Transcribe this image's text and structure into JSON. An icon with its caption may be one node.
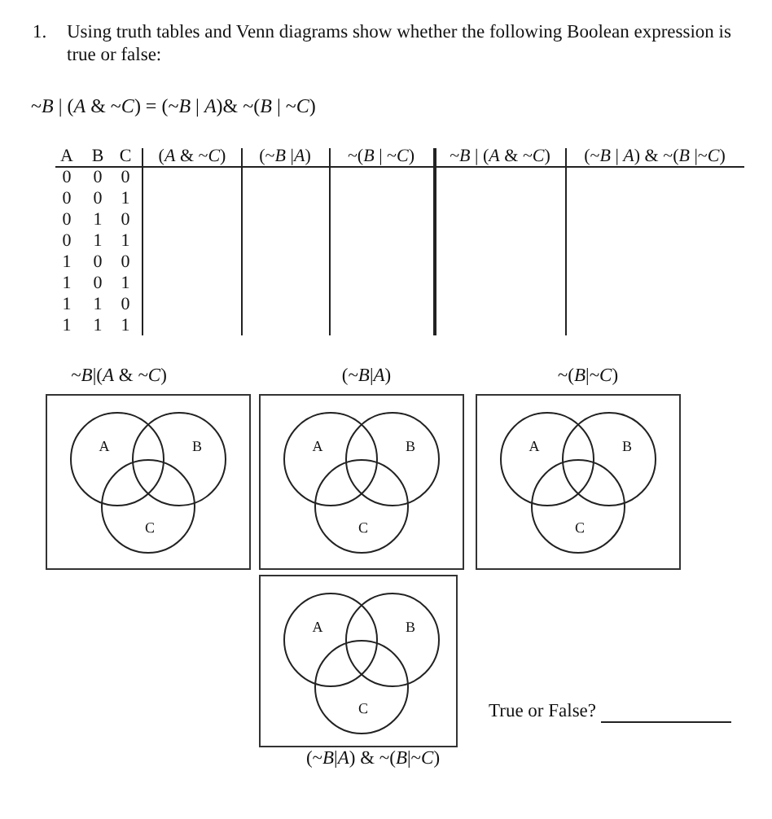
{
  "diagram": {
    "nodes": [
      {
        "text": [
          "~*B*|(*A* & ~*C*)"
        ]
      },
      {
        "text": [
          "A"
        ],
        "in": 0
      },
      {
        "text": [
          "B"
        ],
        "in": 0
      },
      {
        "text": [
          "C"
        ],
        "in": 0
      },
      {
        "text": [
          "(~*B*|*A*)"
        ]
      },
      {
        "text": [
          "A"
        ],
        "in": 4
      },
      {
        "text": [
          "B"
        ],
        "in": 4
      },
      {
        "text": [
          "C"
        ],
        "in": 4
      },
      {
        "text": [
          "~(*B*|~*C*)"
        ]
      },
      {
        "text": [
          "A"
        ],
        "in": 8
      },
      {
        "text": [
          "B"
        ],
        "in": 8
      },
      {
        "text": [
          "C"
        ],
        "in": 8
      },
      {
        "text": [],
        "shape": "box",
        "beside": [
          "(~*B*|*A*) & ~(*B*|~*C*)"
        ]
      },
      {
        "text": [
          "A"
        ],
        "in": 12
      },
      {
        "text": [
          "B"
        ],
        "in": 12
      },
      {
        "text": [
          "C"
        ],
        "in": 12
      }
    ],
    "labels": [
      "1.",
      "Using truth tables and Venn diagrams show whether the following Boolean expression is true or false:",
      "~*B* | (*A* & ~*C*) = (~*B* | *A*)& ~(*B* | ~*C*)",
      "A",
      "B",
      "C",
      "(*A* & ~*C*)",
      "(~*B* |*A*)",
      "~(*B* | ~*C*)",
      "~*B* | (*A* & ~*C*)",
      "(~*B* | *A*) & ~(*B* |~*C*)",
      "0",
      "0",
      "0",
      "0",
      "0",
      "1",
      "0",
      "1",
      "0",
      "0",
      "1",
      "1",
      "1",
      "0",
      "0",
      "1",
      "0",
      "1",
      "1",
      "1",
      "0",
      "1",
      "1",
      "1",
      "True or False?"
    ]
  }
}
